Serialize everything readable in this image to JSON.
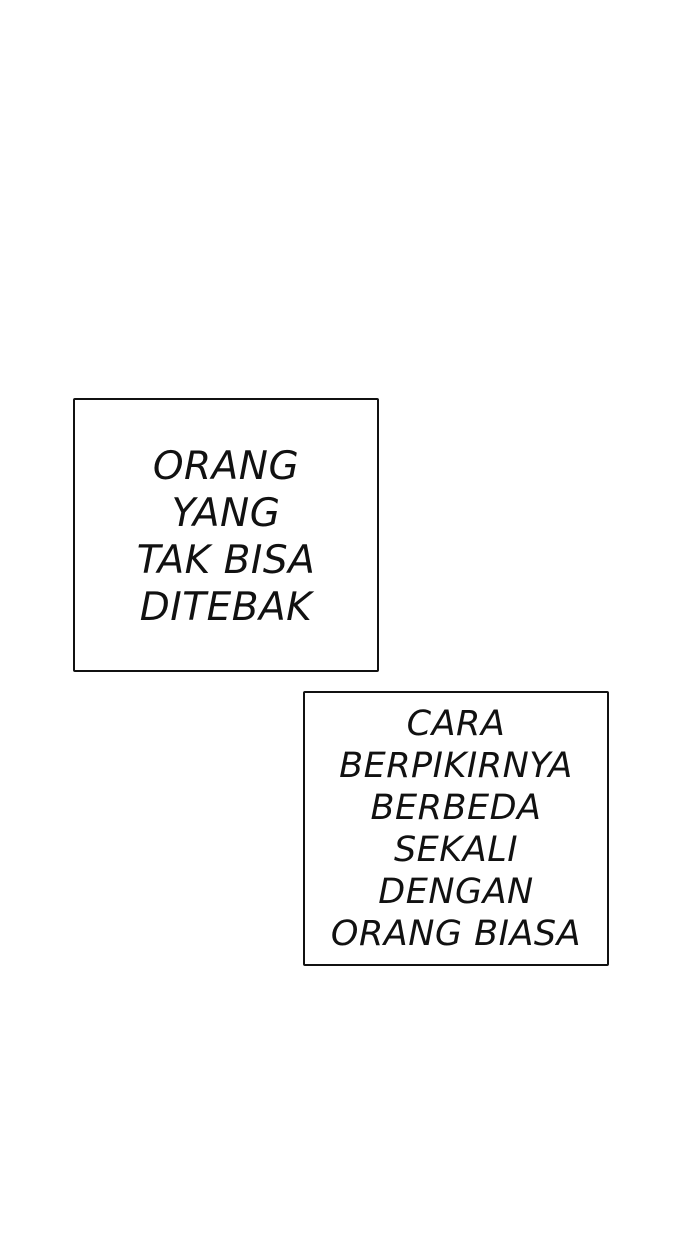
{
  "page": {
    "background": "#ffffff",
    "border_color": "#111111",
    "text_color": "#111111"
  },
  "captions": [
    {
      "lines": [
        "ORANG",
        "YANG",
        "TAK BISA",
        "DITEBAK"
      ]
    },
    {
      "lines": [
        "CARA",
        "BERPIKIRNYA",
        "BERBEDA",
        "SEKALI",
        "DENGAN",
        "ORANG BIASA"
      ]
    }
  ]
}
